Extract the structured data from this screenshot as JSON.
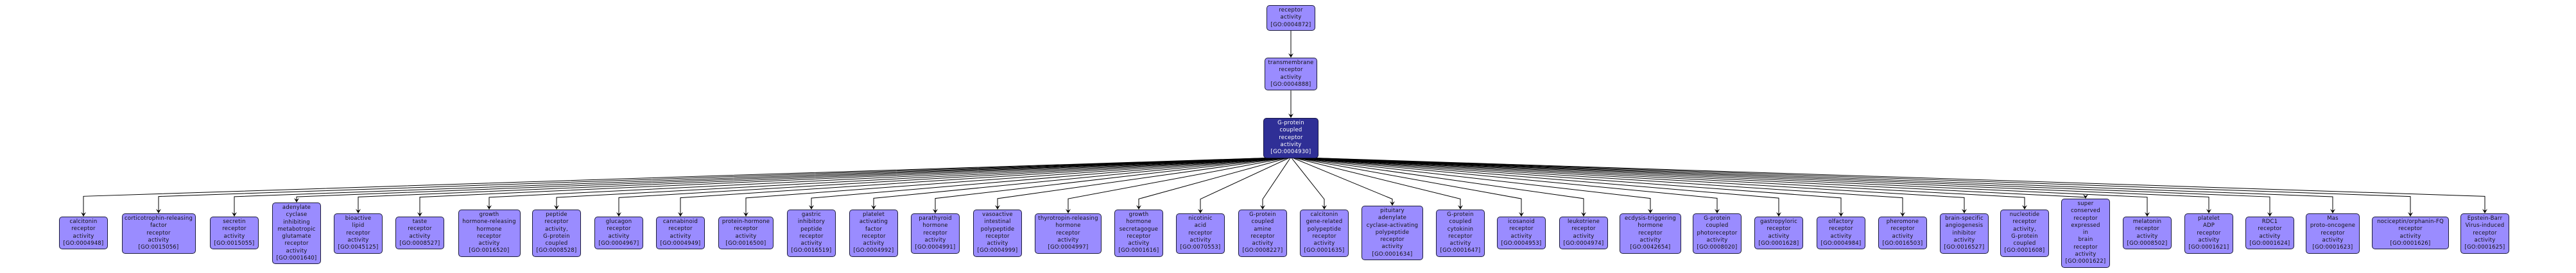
{
  "colors": {
    "node_fill": "#9a8cff",
    "node_border": "#1c1c3a",
    "highlight_fill": "#2f2f96",
    "highlight_text": "#ffffff",
    "edge": "#000000"
  },
  "root_chain": [
    {
      "id": "receptor-activity",
      "lines": [
        "receptor",
        "activity",
        "[GO:0004872]"
      ]
    },
    {
      "id": "transmembrane-receptor-activity",
      "lines": [
        "transmembrane",
        "receptor",
        "activity",
        "[GO:0004888]"
      ]
    },
    {
      "id": "gpcr-activity",
      "lines": [
        "G-protein",
        "coupled",
        "receptor",
        "activity",
        "[GO:0004930]"
      ],
      "highlight": true
    }
  ],
  "children": [
    {
      "lines": [
        "calcitonin",
        "receptor",
        "activity",
        "[GO:0004948]"
      ]
    },
    {
      "lines": [
        "corticotrophin-releasing",
        "factor",
        "receptor",
        "activity",
        "[GO:0015056]"
      ]
    },
    {
      "lines": [
        "secretin",
        "receptor",
        "activity",
        "[GO:0015055]"
      ]
    },
    {
      "lines": [
        "adenylate",
        "cyclase",
        "inhibiting",
        "metabotropic",
        "glutamate",
        "receptor",
        "activity",
        "[GO:0001640]"
      ]
    },
    {
      "lines": [
        "bioactive",
        "lipid",
        "receptor",
        "activity",
        "[GO:0045125]"
      ]
    },
    {
      "lines": [
        "taste",
        "receptor",
        "activity",
        "[GO:0008527]"
      ]
    },
    {
      "lines": [
        "growth",
        "hormone-releasing",
        "hormone",
        "receptor",
        "activity",
        "[GO:0016520]"
      ]
    },
    {
      "lines": [
        "peptide",
        "receptor",
        "activity,",
        "G-protein",
        "coupled",
        "[GO:0008528]"
      ]
    },
    {
      "lines": [
        "glucagon",
        "receptor",
        "activity",
        "[GO:0004967]"
      ]
    },
    {
      "lines": [
        "cannabinoid",
        "receptor",
        "activity",
        "[GO:0004949]"
      ]
    },
    {
      "lines": [
        "protein-hormone",
        "receptor",
        "activity",
        "[GO:0016500]"
      ]
    },
    {
      "lines": [
        "gastric",
        "inhibitory",
        "peptide",
        "receptor",
        "activity",
        "[GO:0016519]"
      ]
    },
    {
      "lines": [
        "platelet",
        "activating",
        "factor",
        "receptor",
        "activity",
        "[GO:0004992]"
      ]
    },
    {
      "lines": [
        "parathyroid",
        "hormone",
        "receptor",
        "activity",
        "[GO:0004991]"
      ]
    },
    {
      "lines": [
        "vasoactive",
        "intestinal",
        "polypeptide",
        "receptor",
        "activity",
        "[GO:0004999]"
      ]
    },
    {
      "lines": [
        "thyrotropin-releasing",
        "hormone",
        "receptor",
        "activity",
        "[GO:0004997]"
      ]
    },
    {
      "lines": [
        "growth",
        "hormone",
        "secretagogue",
        "receptor",
        "activity",
        "[GO:0001616]"
      ]
    },
    {
      "lines": [
        "nicotinic",
        "acid",
        "receptor",
        "activity",
        "[GO:0070553]"
      ]
    },
    {
      "lines": [
        "G-protein",
        "coupled",
        "amine",
        "receptor",
        "activity",
        "[GO:0008227]"
      ]
    },
    {
      "lines": [
        "calcitonin",
        "gene-related",
        "polypeptide",
        "receptor",
        "activity",
        "[GO:0001635]"
      ]
    },
    {
      "lines": [
        "pituitary",
        "adenylate",
        "cyclase-activating",
        "polypeptide",
        "receptor",
        "activity",
        "[GO:0001634]"
      ]
    },
    {
      "lines": [
        "G-protein",
        "coupled",
        "cytokinin",
        "receptor",
        "activity",
        "[GO:0001647]"
      ]
    },
    {
      "lines": [
        "icosanoid",
        "receptor",
        "activity",
        "[GO:0004953]"
      ]
    },
    {
      "lines": [
        "leukotriene",
        "receptor",
        "activity",
        "[GO:0004974]"
      ]
    },
    {
      "lines": [
        "ecdysis-triggering",
        "hormone",
        "receptor",
        "activity",
        "[GO:0042654]"
      ]
    },
    {
      "lines": [
        "G-protein",
        "coupled",
        "photoreceptor",
        "activity",
        "[GO:0008020]"
      ]
    },
    {
      "lines": [
        "gastropyloric",
        "receptor",
        "activity",
        "[GO:0001628]"
      ]
    },
    {
      "lines": [
        "olfactory",
        "receptor",
        "activity",
        "[GO:0004984]"
      ]
    },
    {
      "lines": [
        "pheromone",
        "receptor",
        "activity",
        "[GO:0016503]"
      ]
    },
    {
      "lines": [
        "brain-specific",
        "angiogenesis",
        "inhibitor",
        "activity",
        "[GO:0016527]"
      ]
    },
    {
      "lines": [
        "nucleotide",
        "receptor",
        "activity,",
        "G-protein",
        "coupled",
        "[GO:0001608]"
      ]
    },
    {
      "lines": [
        "super",
        "conserved",
        "receptor",
        "expressed",
        "in",
        "brain",
        "receptor",
        "activity",
        "[GO:0001622]"
      ]
    },
    {
      "lines": [
        "melatonin",
        "receptor",
        "activity",
        "[GO:0008502]"
      ]
    },
    {
      "lines": [
        "platelet",
        "ADP",
        "receptor",
        "activity",
        "[GO:0001621]"
      ]
    },
    {
      "lines": [
        "RDC1",
        "receptor",
        "activity",
        "[GO:0001624]"
      ]
    },
    {
      "lines": [
        "Mas",
        "proto-oncogene",
        "receptor",
        "activity",
        "[GO:0001623]"
      ]
    },
    {
      "lines": [
        "nociceptin/orphanin-FQ",
        "receptor",
        "activity",
        "[GO:0001626]"
      ]
    },
    {
      "lines": [
        "Epstein-Barr",
        "Virus-induced",
        "receptor",
        "activity",
        "[GO:0001625]"
      ]
    }
  ]
}
